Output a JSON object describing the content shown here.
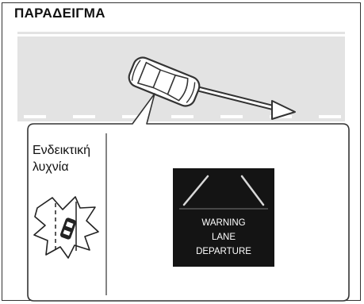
{
  "figure": {
    "title": "ΠΑΡΑΔΕΙΓΜΑ",
    "indicator_label": "Ενδεικτική λυχνία",
    "display": {
      "line1": "WARNING",
      "line2": "LANE",
      "line3": "DEPARTURE"
    }
  },
  "colors": {
    "road": "#e3e3e3",
    "display_bg": "#141414",
    "line": "#333333"
  },
  "icons": [
    "car-icon",
    "arrow-icon",
    "lane-warning-icon"
  ]
}
